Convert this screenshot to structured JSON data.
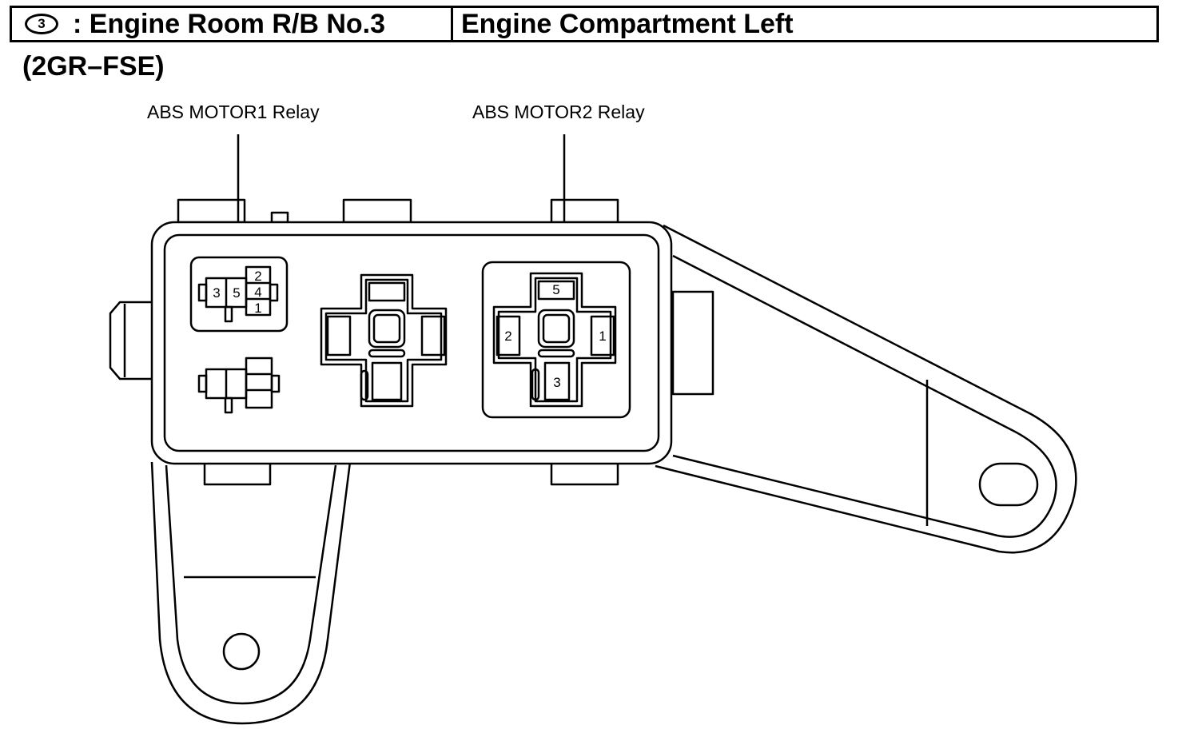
{
  "header": {
    "location_number": "3",
    "block_name": ": Engine Room R/B No.3",
    "location_description": "Engine Compartment Left"
  },
  "subtitle": "(2GR–FSE)",
  "callouts": {
    "relay_1": "ABS MOTOR1 Relay",
    "relay_2": "ABS MOTOR2 Relay"
  },
  "relay_1_pins": {
    "p3": "3",
    "p5": "5",
    "p2": "2",
    "p4": "4",
    "p1": "1"
  },
  "relay_2_pins": {
    "p5": "5",
    "p2": "2",
    "p1": "1",
    "p3": "3"
  }
}
